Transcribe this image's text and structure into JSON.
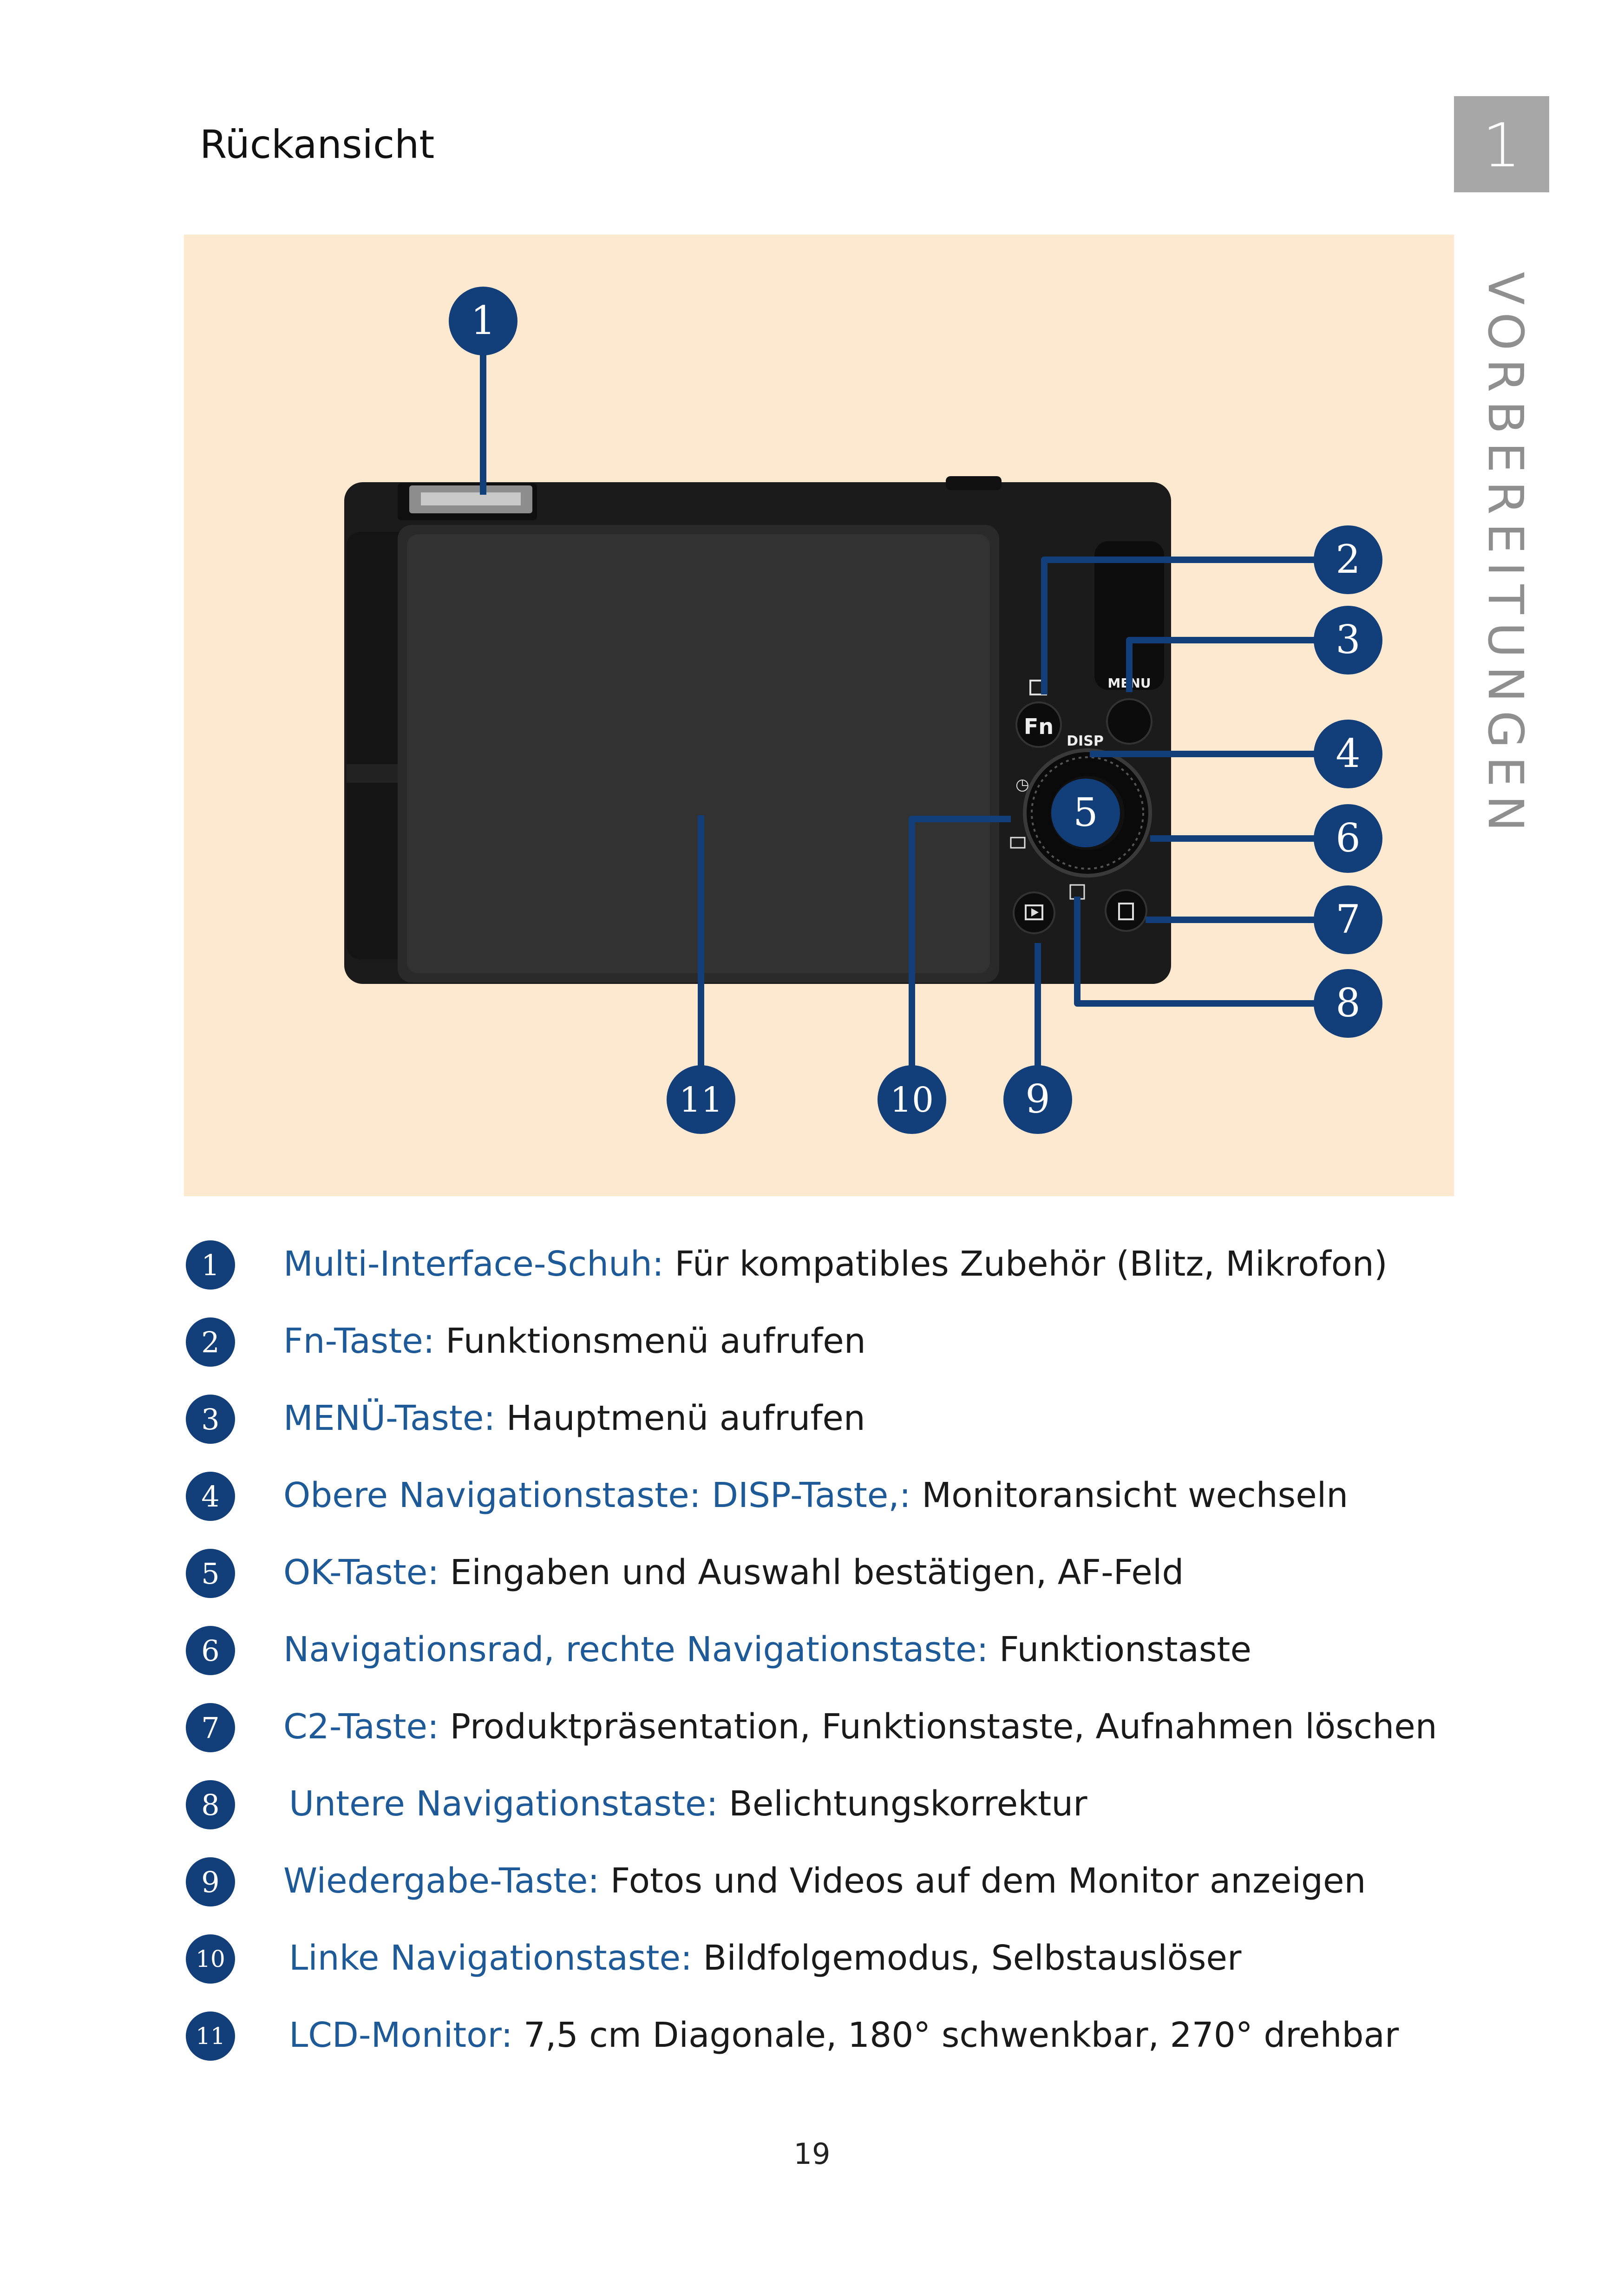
{
  "header": {
    "section_title": "Rückansicht",
    "chapter_number": "1",
    "chapter_tab": "VORBEREITUNGEN"
  },
  "figure": {
    "callouts": [
      "1",
      "2",
      "3",
      "4",
      "5",
      "6",
      "7",
      "8",
      "9",
      "10",
      "11"
    ],
    "camera_labels": {
      "fn": "Fn",
      "menu": "MENU",
      "disp": "DISP"
    }
  },
  "legend": [
    {
      "num": "1",
      "term": "Multi-Interface-Schuh:",
      "desc": " Für kompatibles Zubehör (Blitz, Mikrofon)"
    },
    {
      "num": "2",
      "term": "Fn-Taste:",
      "desc": " Funktionsmenü aufrufen"
    },
    {
      "num": "3",
      "term": "MENÜ-Taste:",
      "desc": " Hauptmenü aufrufen"
    },
    {
      "num": "4",
      "term": "Obere Navigationstaste: DISP-Taste,:",
      "desc": " Monitoransicht wechseln"
    },
    {
      "num": "5",
      "term": "OK-Taste:",
      "desc": " Eingaben und Auswahl bestätigen, AF-Feld"
    },
    {
      "num": "6",
      "term": "Navigationsrad, rechte Navigationstaste:",
      "desc": " Funktionstaste"
    },
    {
      "num": "7",
      "term": "C2-Taste:",
      "desc": " Produktpräsentation, Funktionstaste, Aufnahmen löschen"
    },
    {
      "num": "8",
      "term": "Untere Navigationstaste:",
      "desc": " Belichtungskorrektur"
    },
    {
      "num": "9",
      "term": "Wiedergabe-Taste:",
      "desc": " Fotos und Videos auf dem Monitor anzeigen"
    },
    {
      "num": "10",
      "term": "Linke Navigationstaste:",
      "desc": " Bildfolgemodus, Selbstauslöser"
    },
    {
      "num": "11",
      "term": "LCD-Monitor:",
      "desc": " 7,5 cm Diagonale, 180° schwenkbar, 270° drehbar"
    }
  ],
  "footer": {
    "page_number": "19"
  },
  "colors": {
    "accent": "#123f7a",
    "term": "#1e5a97",
    "figure_bg": "#fde9cf",
    "chapter_box": "#a7a7a7"
  }
}
